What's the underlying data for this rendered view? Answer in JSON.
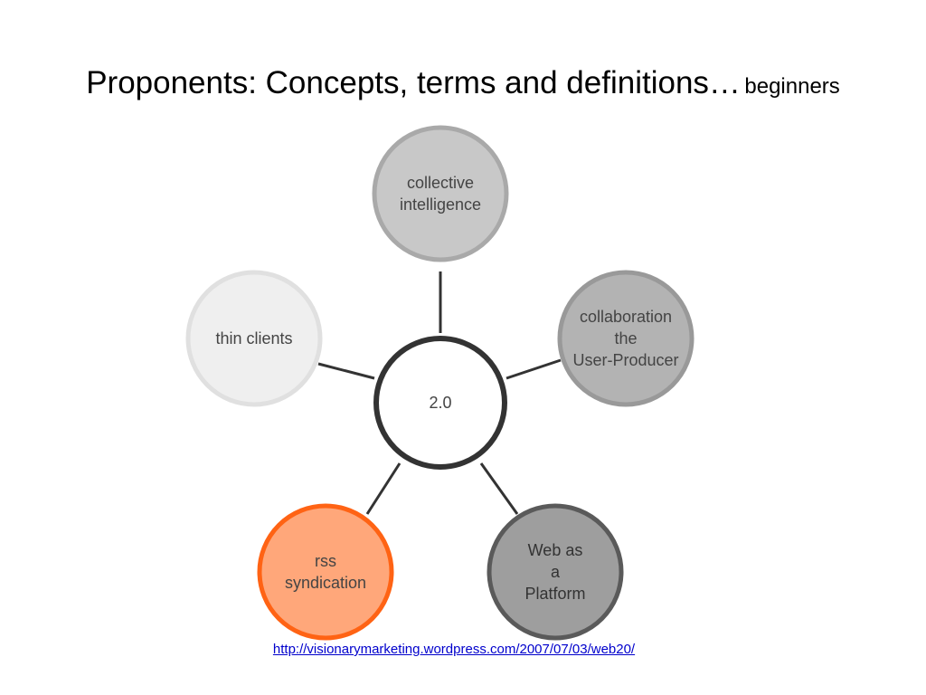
{
  "title": {
    "main": "Proponents: Concepts, terms and definitions…",
    "sub": "beginners"
  },
  "diagram": {
    "center": {
      "label": "2.0",
      "stroke": "#333333",
      "fill": "#ffffff"
    },
    "nodes": [
      {
        "id": "collective-intelligence",
        "lines": [
          "collective",
          "intelligence"
        ],
        "fill": "#c8c8c8",
        "stroke": "#a9a9a9",
        "text_color": "#444444"
      },
      {
        "id": "collaboration",
        "lines": [
          "collaboration",
          "the",
          "User-Producer"
        ],
        "fill": "#b3b3b3",
        "stroke": "#999999",
        "text_color": "#444444"
      },
      {
        "id": "web-as-platform",
        "lines": [
          "Web as",
          "a",
          "Platform"
        ],
        "fill": "#9e9e9e",
        "stroke": "#5a5a5a",
        "text_color": "#333333"
      },
      {
        "id": "rss-syndication",
        "lines": [
          "rss",
          "syndication"
        ],
        "fill": "#ffa77a",
        "stroke": "#ff6314",
        "text_color": "#444444"
      },
      {
        "id": "thin-clients",
        "lines": [
          "thin clients"
        ],
        "fill": "#efefef",
        "stroke": "#e0e0e0",
        "text_color": "#444444"
      }
    ]
  },
  "source": {
    "url": "http://visionarymarketing.wordpress.com/2007/07/03/web20/"
  }
}
